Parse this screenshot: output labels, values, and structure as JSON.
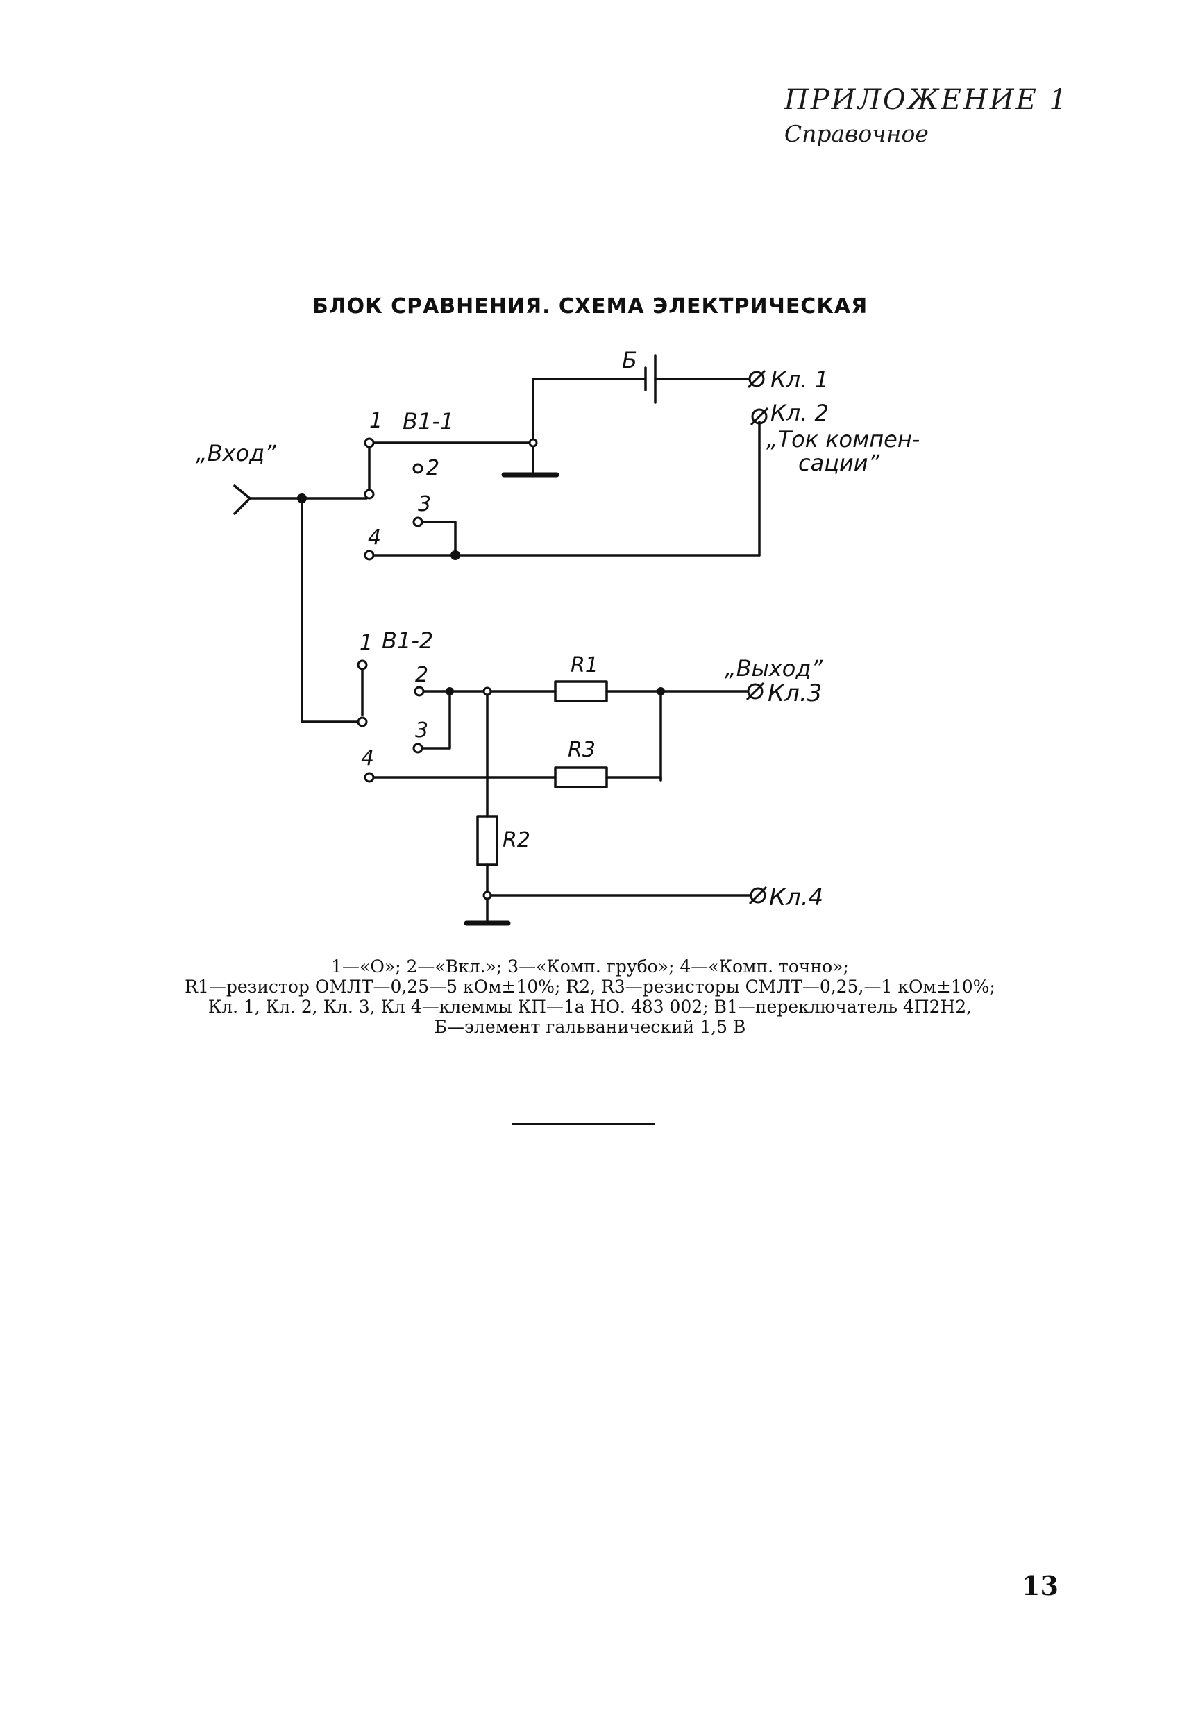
{
  "header": {
    "appendix": "ПРИЛОЖЕНИЕ 1",
    "subtitle": "Справочное"
  },
  "diagram": {
    "title": "БЛОК СРАВНЕНИЯ. СХЕМА ЭЛЕКТРИЧЕСКАЯ",
    "labels": {
      "input": "„Вход”",
      "output": "„Выход”",
      "comp_current_1": "„Ток компен-",
      "comp_current_2": "сации”",
      "switch_1": "В1-1",
      "switch_2": "В1-2",
      "battery": "Б",
      "kl1": "Кл. 1",
      "kl2": "Кл. 2",
      "kl3": "Кл.3",
      "kl4": "Кл.4",
      "r1": "R1",
      "r2": "R2",
      "r3": "R3",
      "pos1": "1",
      "pos2": "2",
      "pos3": "3",
      "pos4": "4"
    }
  },
  "caption": {
    "line1": "1—«О»; 2—«Вкл.»; 3—«Комп. грубо»; 4—«Комп. точно»;",
    "line2": "R1—резистор ОМЛТ—0,25—5 кОм±10%; R2, R3—резисторы СМЛТ—0,25,—1 кОм±10%;",
    "line3": "Кл. 1, Кл. 2, Кл. 3, Кл 4—клеммы КП—1а НО. 483 002; В1—переключатель 4П2Н2,",
    "line4": "Б—элемент гальванический 1,5 В"
  },
  "page_number": "13"
}
